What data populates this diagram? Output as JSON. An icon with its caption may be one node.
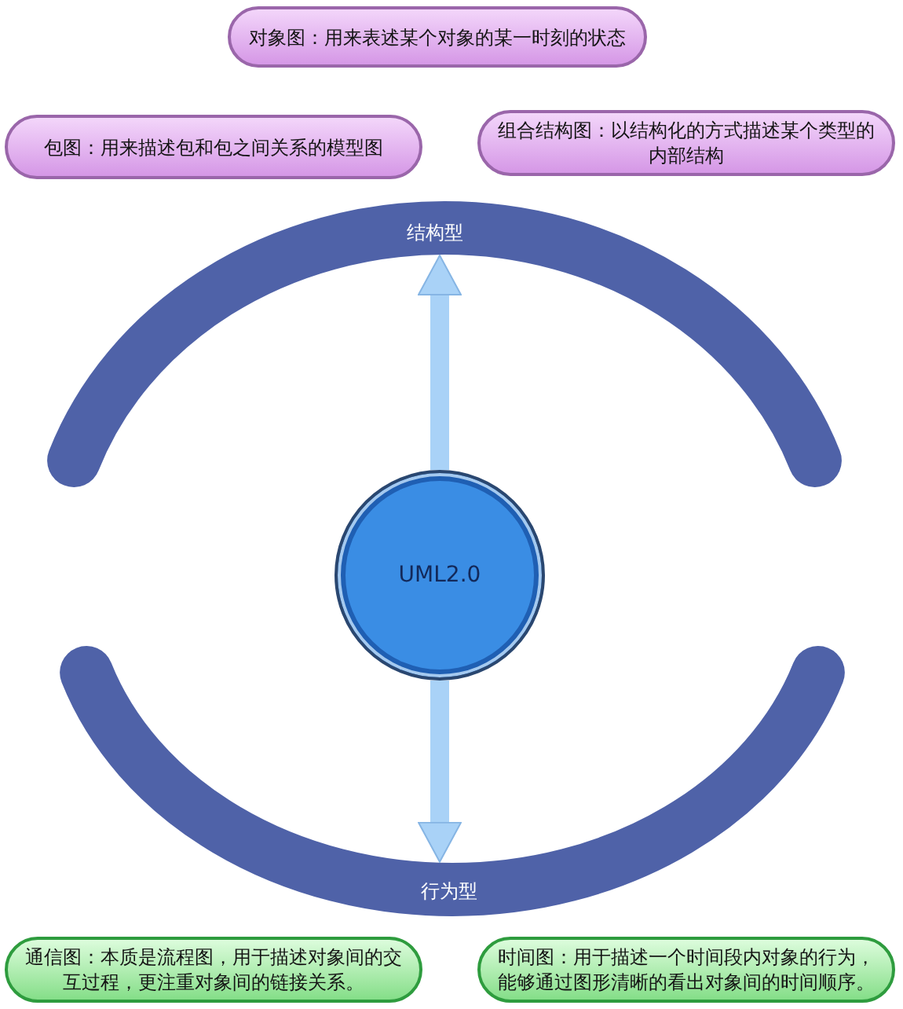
{
  "diagram": {
    "nodes": [
      {
        "text": [
          "对象图：用来表述某个对象的某一时刻的状态"
        ]
      },
      {
        "text": [
          "包图：用来描述包和包之间关系的模型图"
        ]
      },
      {
        "text": [
          "组合结构图：以结构化的方式描述某个类型的内部结构"
        ]
      },
      {
        "text": [
          "结构型"
        ]
      },
      {
        "text": [
          "UML2.0"
        ]
      },
      {
        "text": [
          "行为型"
        ]
      },
      {
        "text": [
          "通信图：本质是流程图，用于描述对象间的交互过程，更注重对象间的链接关系。"
        ]
      },
      {
        "text": [
          "时间图：用于描述一个时间段内对象的行为，能够通过图形清晰的看出对象间的时间顺序。"
        ]
      }
    ],
    "edges": [
      {
        "from": 4,
        "to": 3,
        "arrow": "to"
      },
      {
        "from": 4,
        "to": 5,
        "arrow": "to"
      }
    ]
  }
}
